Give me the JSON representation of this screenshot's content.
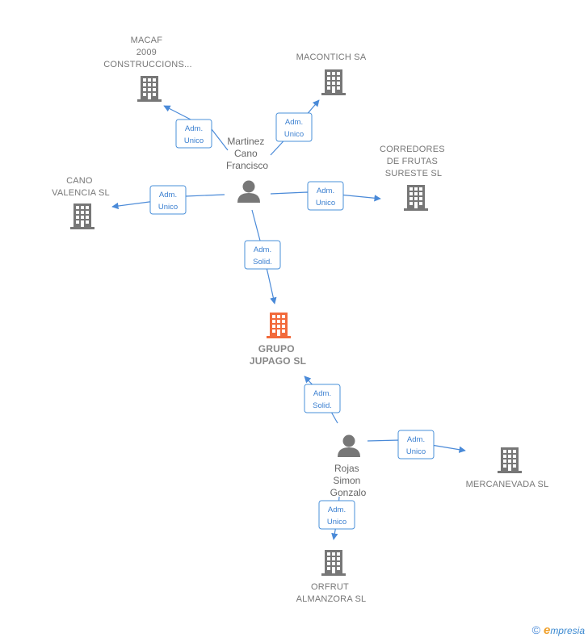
{
  "colors": {
    "edge": "#4a8ad8",
    "company": "#777777",
    "company_main": "#f26a3b",
    "person": "#777777"
  },
  "companies": [
    {
      "id": "macaf",
      "lines": [
        "MACAF",
        "2009",
        "CONSTRUCCIONS..."
      ],
      "main": false
    },
    {
      "id": "macontich",
      "lines": [
        "MACONTICH SA"
      ],
      "main": false
    },
    {
      "id": "corredores",
      "lines": [
        "CORREDORES",
        "DE FRUTAS",
        "SURESTE  SL"
      ],
      "main": false
    },
    {
      "id": "cano-valencia",
      "lines": [
        "CANO",
        "VALENCIA  SL"
      ],
      "main": false
    },
    {
      "id": "grupo-jupago",
      "lines": [
        "GRUPO",
        "JUPAGO  SL"
      ],
      "main": true
    },
    {
      "id": "mercanevada",
      "lines": [
        "MERCANEVADA SL"
      ],
      "main": false
    },
    {
      "id": "orfrut",
      "lines": [
        "ORFRUT",
        "ALMANZORA SL"
      ],
      "main": false
    }
  ],
  "persons": [
    {
      "id": "martinez",
      "lines": [
        "Martinez",
        "Cano",
        "Francisco"
      ]
    },
    {
      "id": "rojas",
      "lines": [
        "Rojas",
        "Simon",
        "Gonzalo"
      ]
    }
  ],
  "edges": [
    {
      "id": "e1",
      "lines": [
        "Adm.",
        "Unico"
      ]
    },
    {
      "id": "e2",
      "lines": [
        "Adm.",
        "Unico"
      ]
    },
    {
      "id": "e3",
      "lines": [
        "Adm.",
        "Unico"
      ]
    },
    {
      "id": "e4",
      "lines": [
        "Adm.",
        "Unico"
      ]
    },
    {
      "id": "e5",
      "lines": [
        "Adm.",
        "Solid."
      ]
    },
    {
      "id": "e6",
      "lines": [
        "Adm.",
        "Solid."
      ]
    },
    {
      "id": "e7",
      "lines": [
        "Adm.",
        "Unico"
      ]
    },
    {
      "id": "e8",
      "lines": [
        "Adm.",
        "Unico"
      ]
    }
  ],
  "footer": {
    "copyright": "©",
    "brand_initial": "e",
    "brand_rest": "mpresia"
  }
}
